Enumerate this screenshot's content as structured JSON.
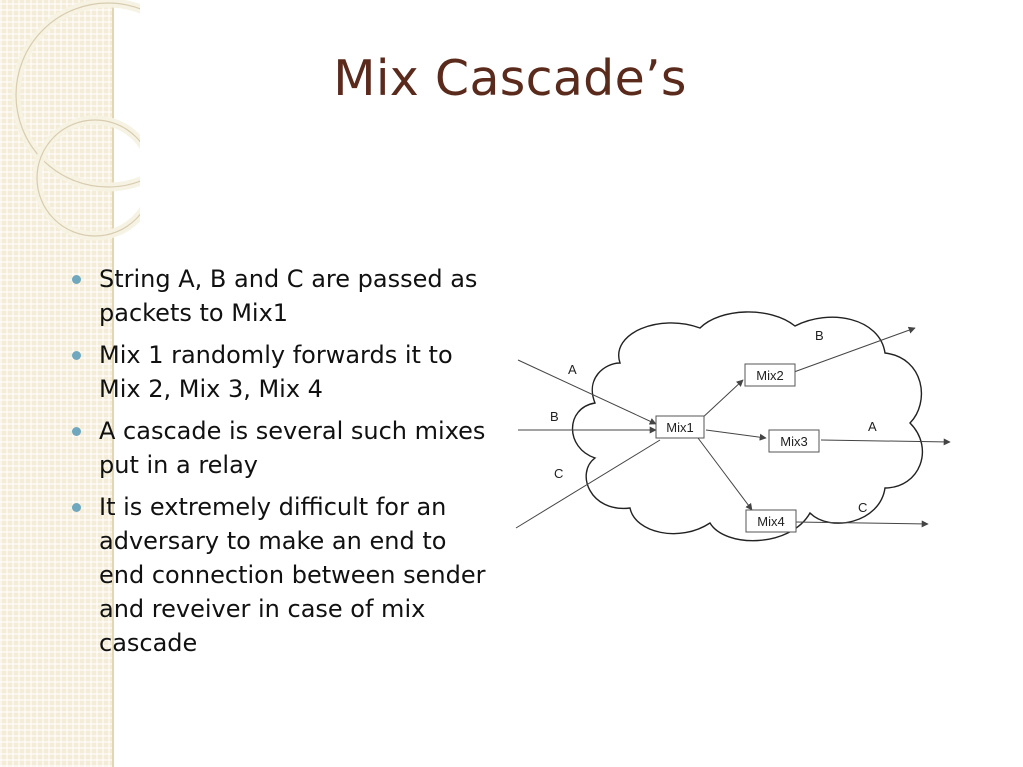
{
  "slide": {
    "title": "Mix Cascade’s",
    "bullets": [
      "String A, B and C are passed as packets to Mix1",
      "Mix 1 randomly forwards it to Mix 2, Mix 3, Mix 4",
      "A cascade is several such mixes put in a relay",
      "It is extremely difficult for an adversary to make an end to end connection between sender and reveiver in case of mix cascade"
    ],
    "colors": {
      "title": "#5a2a1c",
      "bullet_marker": "#6ea7be",
      "sidebar": "#f3ecd7"
    }
  },
  "diagram": {
    "nodes": {
      "mix1": "Mix1",
      "mix2": "Mix2",
      "mix3": "Mix3",
      "mix4": "Mix4"
    },
    "inputs": [
      "A",
      "B",
      "C"
    ],
    "outputs": {
      "from_mix2": "B",
      "from_mix3": "A",
      "from_mix4": "C"
    }
  }
}
